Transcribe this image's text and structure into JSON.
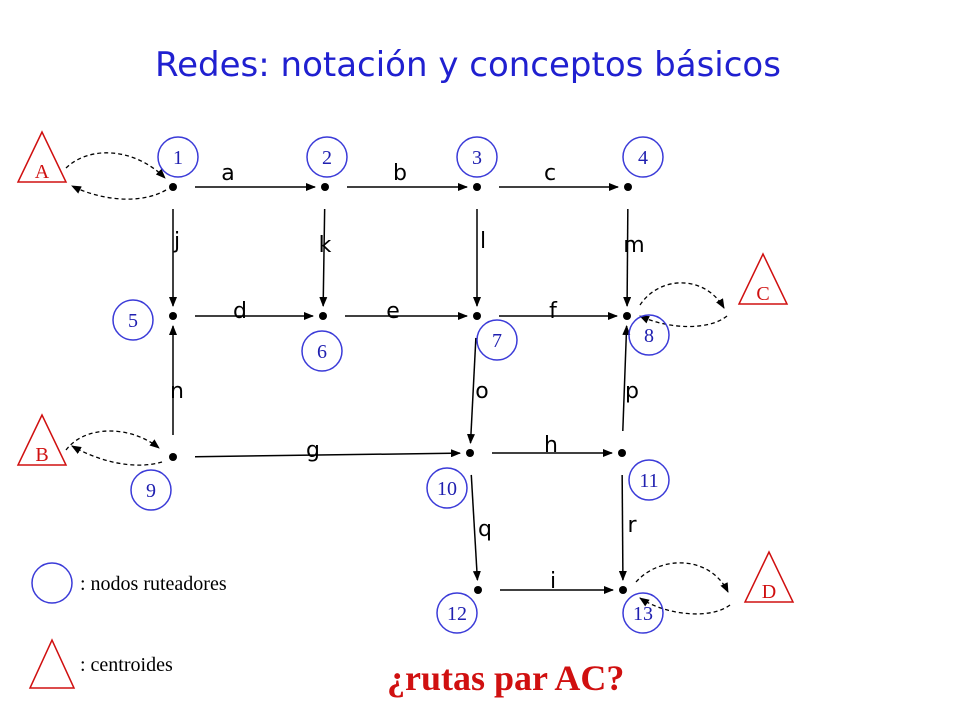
{
  "title": "Redes: notación y conceptos básicos",
  "question": "¿rutas par AC?",
  "legend": {
    "circle_text": ": nodos ruteadores",
    "triangle_text": ": centroides"
  },
  "colors": {
    "title": "#2020d0",
    "node_circle": "#3b3bd8",
    "node_number": "#2020b0",
    "centroid": "#d01010",
    "question": "#d01010",
    "edge": "#000000"
  },
  "nodes": [
    {
      "id": "1",
      "label": "1"
    },
    {
      "id": "2",
      "label": "2"
    },
    {
      "id": "3",
      "label": "3"
    },
    {
      "id": "4",
      "label": "4"
    },
    {
      "id": "5",
      "label": "5"
    },
    {
      "id": "6",
      "label": "6"
    },
    {
      "id": "7",
      "label": "7"
    },
    {
      "id": "8",
      "label": "8"
    },
    {
      "id": "9",
      "label": "9"
    },
    {
      "id": "10",
      "label": "10"
    },
    {
      "id": "11",
      "label": "11"
    },
    {
      "id": "12",
      "label": "12"
    },
    {
      "id": "13",
      "label": "13"
    }
  ],
  "edges": [
    {
      "label": "a",
      "from": "1",
      "to": "2"
    },
    {
      "label": "b",
      "from": "2",
      "to": "3"
    },
    {
      "label": "c",
      "from": "3",
      "to": "4"
    },
    {
      "label": "d",
      "from": "5",
      "to": "6"
    },
    {
      "label": "e",
      "from": "6",
      "to": "7"
    },
    {
      "label": "f",
      "from": "7",
      "to": "8"
    },
    {
      "label": "g",
      "from": "9",
      "to": "10"
    },
    {
      "label": "h",
      "from": "10",
      "to": "11"
    },
    {
      "label": "i",
      "from": "12",
      "to": "13"
    },
    {
      "label": "j",
      "from": "1",
      "to": "5"
    },
    {
      "label": "k",
      "from": "2",
      "to": "6"
    },
    {
      "label": "l",
      "from": "3",
      "to": "7"
    },
    {
      "label": "m",
      "from": "4",
      "to": "8"
    },
    {
      "label": "n",
      "from": "9",
      "to": "5"
    },
    {
      "label": "o",
      "from": "7",
      "to": "10"
    },
    {
      "label": "p",
      "from": "11",
      "to": "8"
    },
    {
      "label": "q",
      "from": "10",
      "to": "12"
    },
    {
      "label": "r",
      "from": "11",
      "to": "13"
    }
  ],
  "centroids": [
    {
      "id": "A",
      "label": "A",
      "node": "1"
    },
    {
      "id": "B",
      "label": "B",
      "node": "9"
    },
    {
      "id": "C",
      "label": "C",
      "node": "8"
    },
    {
      "id": "D",
      "label": "D",
      "node": "13"
    }
  ]
}
